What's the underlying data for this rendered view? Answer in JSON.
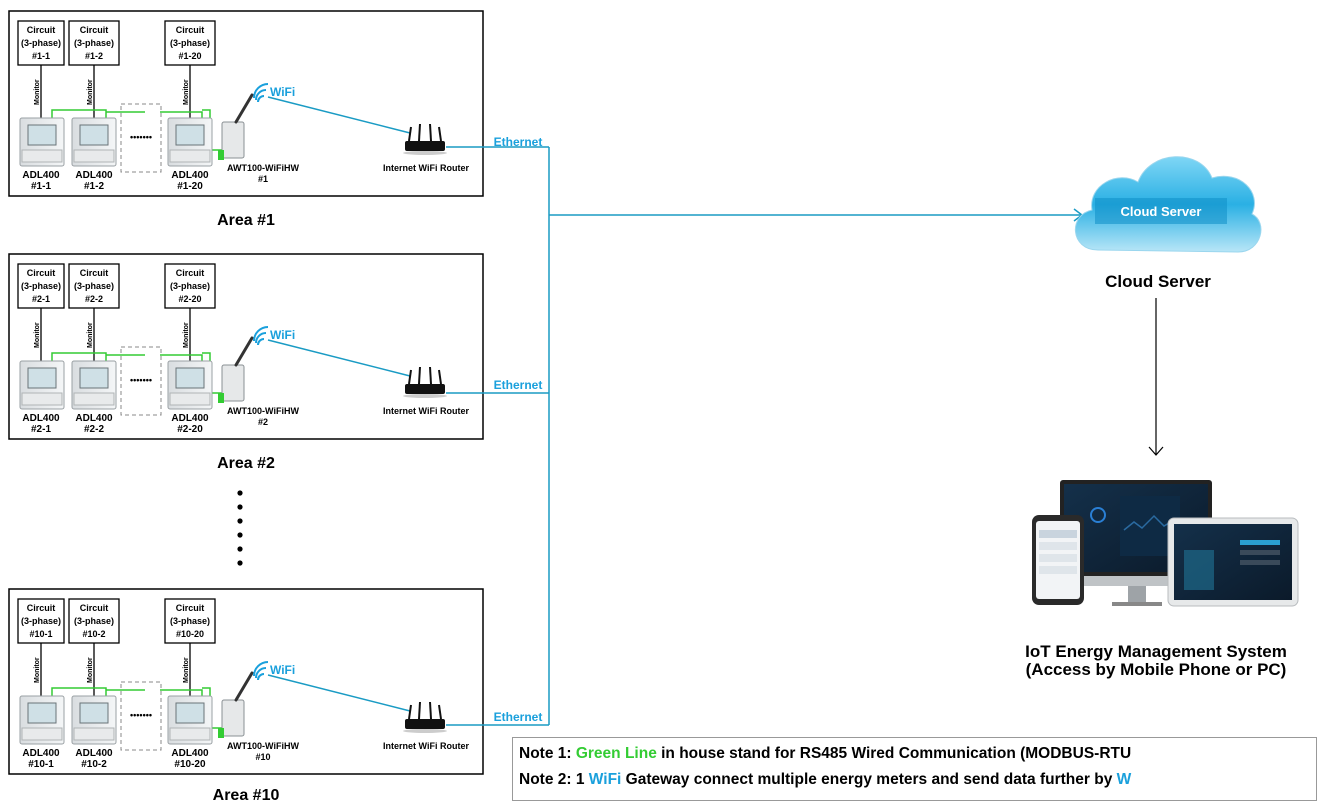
{
  "colors": {
    "ethernet": "#1a9bc4",
    "rs485": "#33cc33",
    "wifi_text": "#1aa0dc",
    "box_border": "#000000"
  },
  "areas": [
    {
      "title": "Area #1",
      "circuits": [
        {
          "line1": "Circuit",
          "line2": "(3-phase)",
          "line3": "#1-1"
        },
        {
          "line1": "Circuit",
          "line2": "(3-phase)",
          "line3": "#1-2"
        },
        {
          "line1": "Circuit",
          "line2": "(3-phase)",
          "line3": "#1-20"
        }
      ],
      "monitor": "Monitor",
      "meters": [
        {
          "model": "ADL400",
          "id": "#1-1"
        },
        {
          "model": "ADL400",
          "id": "#1-2"
        },
        {
          "model": "ADL400",
          "id": "#1-20"
        }
      ],
      "ellipsis": "•••••••",
      "gateway": {
        "model": "AWT100-WiFiHW",
        "id": "#1"
      },
      "wifi": "WiFi",
      "router": "Internet WiFi Router",
      "ethernet": "Ethernet"
    },
    {
      "title": "Area #2",
      "circuits": [
        {
          "line1": "Circuit",
          "line2": "(3-phase)",
          "line3": "#2-1"
        },
        {
          "line1": "Circuit",
          "line2": "(3-phase)",
          "line3": "#2-2"
        },
        {
          "line1": "Circuit",
          "line2": "(3-phase)",
          "line3": "#2-20"
        }
      ],
      "monitor": "Monitor",
      "meters": [
        {
          "model": "ADL400",
          "id": "#2-1"
        },
        {
          "model": "ADL400",
          "id": "#2-2"
        },
        {
          "model": "ADL400",
          "id": "#2-20"
        }
      ],
      "ellipsis": "•••••••",
      "gateway": {
        "model": "AWT100-WiFiHW",
        "id": "#2"
      },
      "wifi": "WiFi",
      "router": "Internet WiFi Router",
      "ethernet": "Ethernet"
    },
    {
      "title": "Area #10",
      "circuits": [
        {
          "line1": "Circuit",
          "line2": "(3-phase)",
          "line3": "#10-1"
        },
        {
          "line1": "Circuit",
          "line2": "(3-phase)",
          "line3": "#10-2"
        },
        {
          "line1": "Circuit",
          "line2": "(3-phase)",
          "line3": "#10-20"
        }
      ],
      "monitor": "Monitor",
      "meters": [
        {
          "model": "ADL400",
          "id": "#10-1"
        },
        {
          "model": "ADL400",
          "id": "#10-2"
        },
        {
          "model": "ADL400",
          "id": "#10-20"
        }
      ],
      "ellipsis": "•••••••",
      "gateway": {
        "model": "AWT100-WiFiHW",
        "id": "#10"
      },
      "wifi": "WiFi",
      "router": "Internet WiFi Router",
      "ethernet": "Ethernet"
    }
  ],
  "cloud": {
    "badge": "Cloud Server",
    "label": "Cloud Server"
  },
  "system": {
    "line1": "IoT Energy Management System",
    "line2": "(Access by Mobile Phone or PC)"
  },
  "notes": {
    "n1_prefix": "Note 1: ",
    "n1_highlight": "Green Line",
    "n1_suffix": " in house stand for RS485 Wired Communication (MODBUS-RTU",
    "n2_prefix": "Note 2: 1 ",
    "n2_highlight": "WiFi",
    "n2_suffix": " Gateway connect multiple energy meters and send data further by ",
    "n2_tail": "W"
  }
}
